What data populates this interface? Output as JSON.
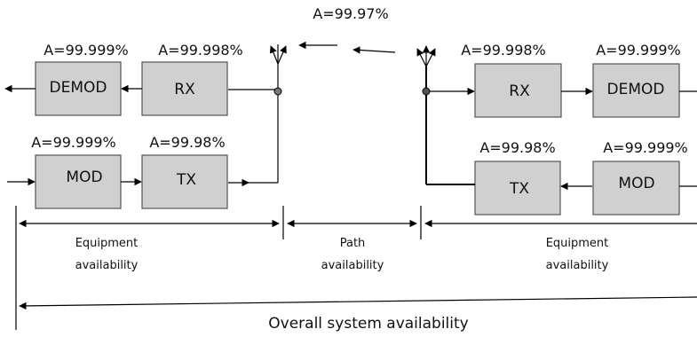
{
  "path": {
    "availability": "A=99.97%"
  },
  "left": {
    "demod": {
      "name": "DEMOD",
      "availability": "A=99.999%"
    },
    "rx": {
      "name": "RX",
      "availability": "A=99.998%"
    },
    "mod": {
      "name": "MOD",
      "availability": "A=99.999%"
    },
    "tx": {
      "name": "TX",
      "availability": "A=99.98%"
    }
  },
  "right": {
    "rx": {
      "name": "RX",
      "availability": "A=99.998%"
    },
    "demod": {
      "name": "DEMOD",
      "availability": "A=99.999%"
    },
    "tx": {
      "name": "TX",
      "availability": "A=99.98%"
    },
    "mod": {
      "name": "MOD",
      "availability": "A=99.999%"
    }
  },
  "segments": {
    "left_equipment": {
      "line1": "Equipment",
      "line2": "availability"
    },
    "path": {
      "line1": "Path",
      "line2": "availability"
    },
    "right_equipment": {
      "line1": "Equipment",
      "line2": "availability"
    },
    "overall": "Overall system availability"
  }
}
